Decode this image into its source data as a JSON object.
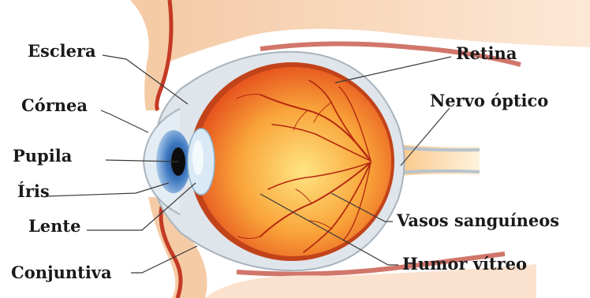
{
  "diagram": {
    "labels": {
      "esclera": "Esclera",
      "cornea": "Córnea",
      "pupila": "Pupila",
      "iris": "Íris",
      "lente": "Lente",
      "conjuntiva": "Conjuntiva",
      "retina": "Retina",
      "nervo_optico": "Nervo óptico",
      "vasos": "Vasos sanguíneos",
      "humor": "Humor vítreo"
    },
    "colors": {
      "skin": "#f8d6b8",
      "sclera": "#dfe5ea",
      "eyeball_center": "#ffe07a",
      "eyeball_edge": "#e8461a",
      "iris": "#3d78c0",
      "pupil": "#0d0d0d",
      "vessels": "#b52a10"
    }
  }
}
